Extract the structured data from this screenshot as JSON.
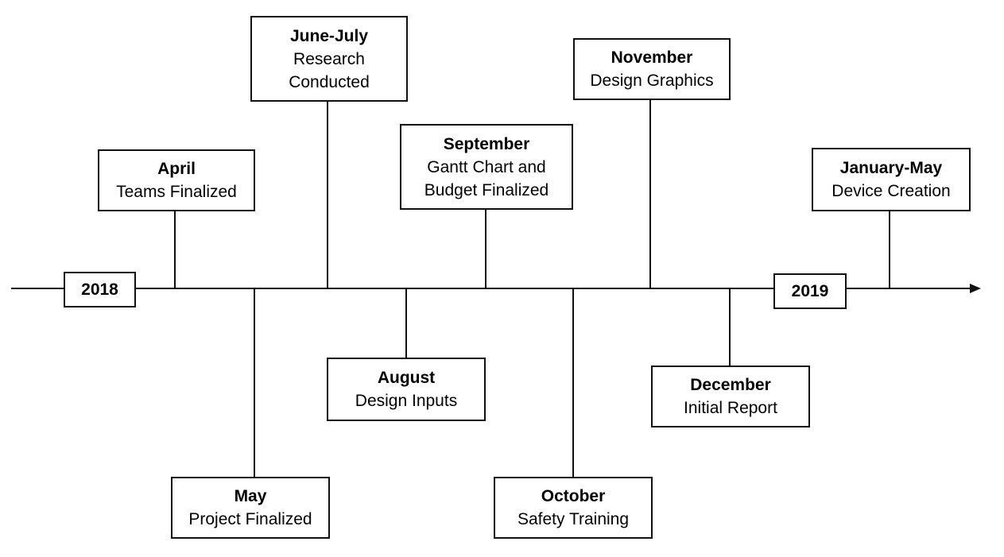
{
  "timeline": {
    "start_year": "2018",
    "end_year": "2019",
    "events": [
      {
        "id": "april",
        "month": "April",
        "lines": [
          "Teams Finalized"
        ]
      },
      {
        "id": "may",
        "month": "May",
        "lines": [
          "Project Finalized"
        ]
      },
      {
        "id": "june-july",
        "month": "June-July",
        "lines": [
          "Research",
          "Conducted"
        ]
      },
      {
        "id": "august",
        "month": "August",
        "lines": [
          "Design Inputs"
        ]
      },
      {
        "id": "september",
        "month": "September",
        "lines": [
          "Gantt Chart and",
          "Budget Finalized"
        ]
      },
      {
        "id": "october",
        "month": "October",
        "lines": [
          "Safety Training"
        ]
      },
      {
        "id": "november",
        "month": "November",
        "lines": [
          "Design Graphics"
        ]
      },
      {
        "id": "december",
        "month": "December",
        "lines": [
          "Initial Report"
        ]
      },
      {
        "id": "january-may",
        "month": "January-May",
        "lines": [
          "Device Creation"
        ]
      }
    ]
  }
}
